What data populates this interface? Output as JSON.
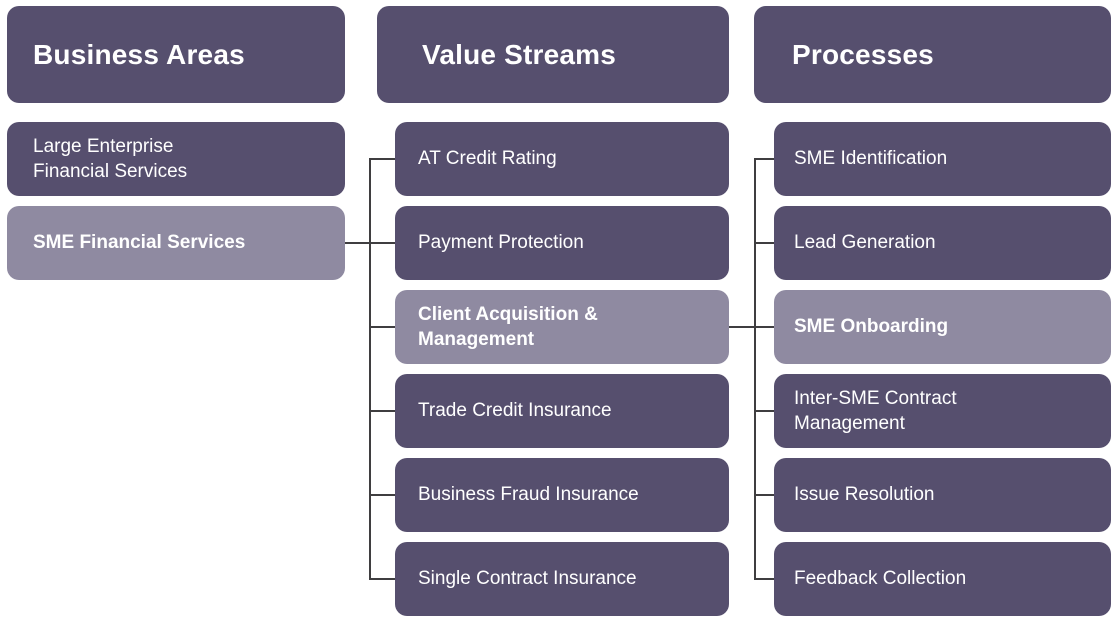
{
  "columns": [
    {
      "header": "Business Areas",
      "items": [
        {
          "label": "Large Enterprise Financial Services",
          "highlighted": false
        },
        {
          "label": "SME Financial Services",
          "highlighted": true
        }
      ]
    },
    {
      "header": "Value Streams",
      "items": [
        {
          "label": "AT Credit Rating",
          "highlighted": false
        },
        {
          "label": "Payment Protection",
          "highlighted": false
        },
        {
          "label": "Client Acquisition & Management",
          "highlighted": true
        },
        {
          "label": "Trade Credit Insurance",
          "highlighted": false
        },
        {
          "label": "Business Fraud Insurance",
          "highlighted": false
        },
        {
          "label": "Single Contract Insurance",
          "highlighted": false
        }
      ]
    },
    {
      "header": "Processes",
      "items": [
        {
          "label": "SME Identification",
          "highlighted": false
        },
        {
          "label": "Lead Generation",
          "highlighted": false
        },
        {
          "label": "SME Onboarding",
          "highlighted": true
        },
        {
          "label": "Inter-SME Contract Management",
          "highlighted": false
        },
        {
          "label": "Issue Resolution",
          "highlighted": false
        },
        {
          "label": "Feedback Collection",
          "highlighted": false
        }
      ]
    }
  ],
  "connections": [
    {
      "from": "SME Financial Services",
      "to": [
        "AT Credit Rating",
        "Payment Protection",
        "Client Acquisition & Management",
        "Trade Credit Insurance",
        "Business Fraud Insurance",
        "Single Contract Insurance"
      ]
    },
    {
      "from": "Client Acquisition & Management",
      "to": [
        "SME Identification",
        "Lead Generation",
        "SME Onboarding",
        "Inter-SME Contract Management",
        "Issue Resolution",
        "Feedback Collection"
      ]
    }
  ],
  "colors": {
    "box_dark": "#564F6E",
    "box_highlight": "#8F8AA1",
    "connector_line": "#3F3E40",
    "text": "#FFFFFF",
    "background": "#FFFFFF"
  }
}
